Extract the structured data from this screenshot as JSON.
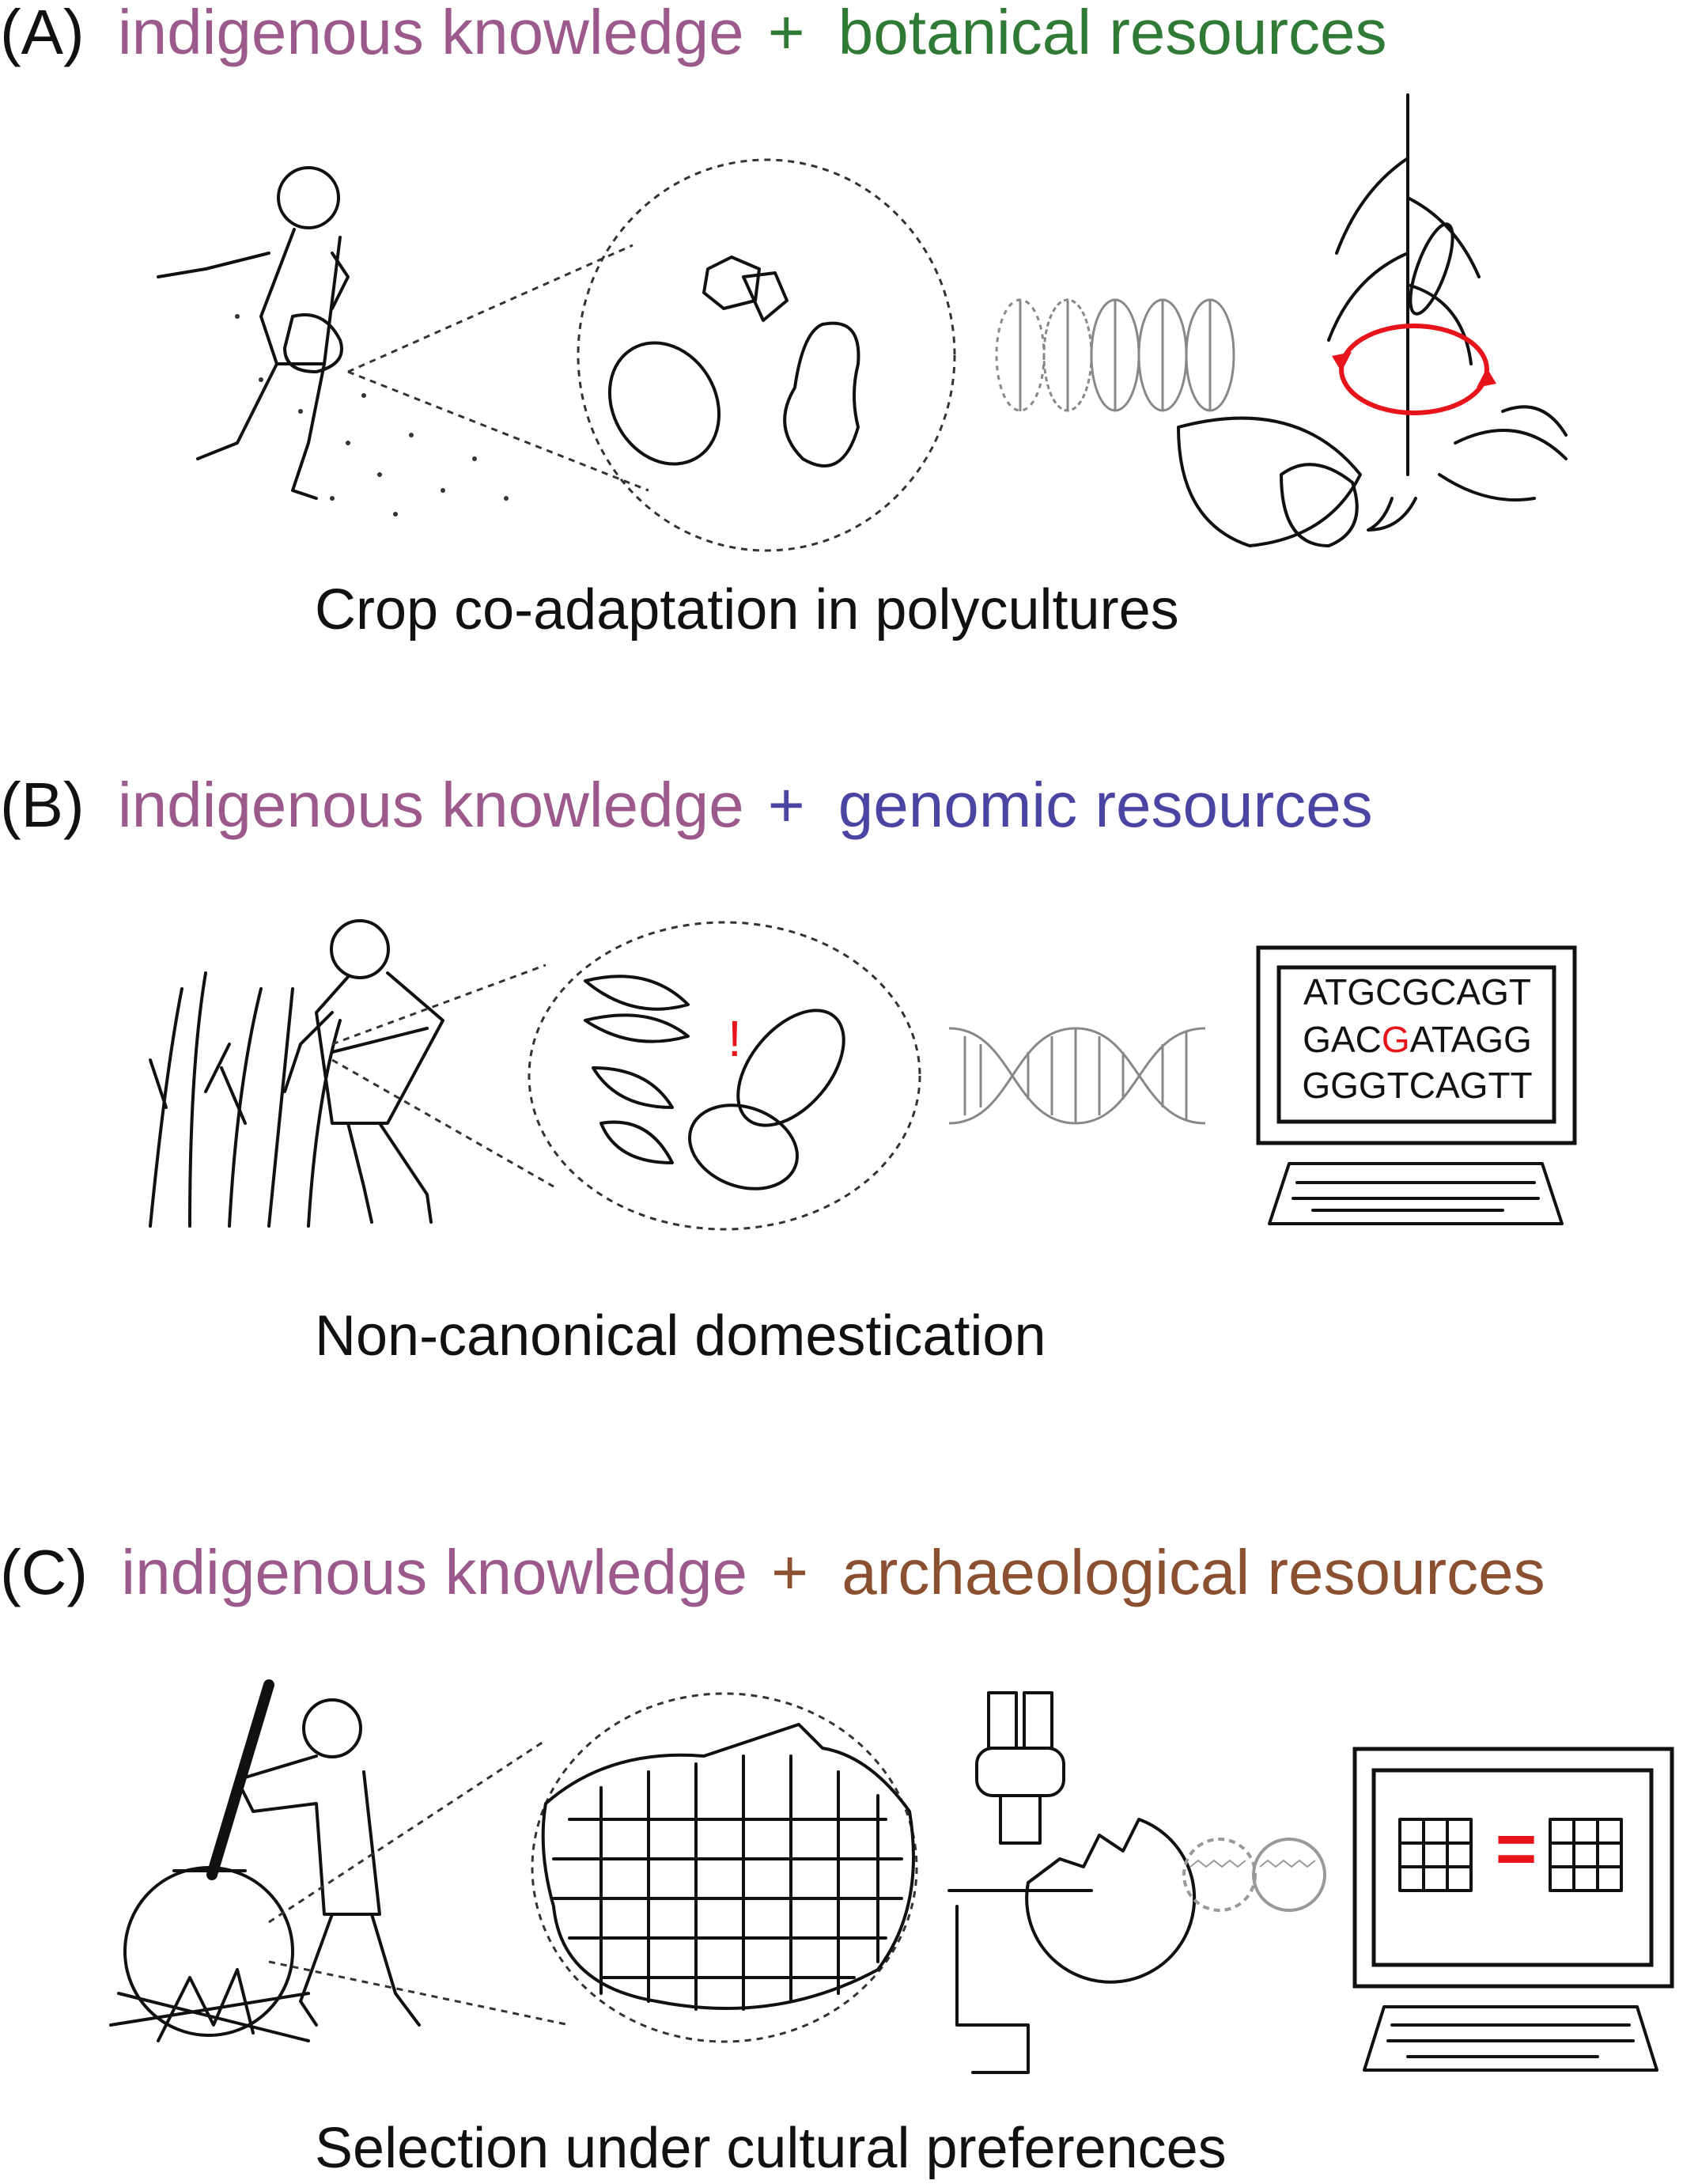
{
  "colors": {
    "indigenous": "#9c5a8c",
    "botanical": "#2f7a35",
    "genomic": "#4a44a2",
    "archaeological": "#8a5030",
    "highlight": "#e8141b"
  },
  "panels": [
    {
      "label": "(A)",
      "knowledge": "indigenous knowledge",
      "plus": "+",
      "resource": "botanical resources",
      "caption": "Crop co-adaptation in polycultures"
    },
    {
      "label": "(B)",
      "knowledge": "indigenous knowledge",
      "plus": "+",
      "resource": "genomic resources",
      "caption": "Non-canonical domestication",
      "exclamation": "!",
      "sequence": {
        "line1": "ATGCGCAGT",
        "line2_pre": "GAC",
        "line2_mut": "G",
        "line2_post": "ATAGG",
        "line3": "GGGTCAGTT"
      }
    },
    {
      "label": "(C)",
      "knowledge": "indigenous knowledge",
      "plus": "+",
      "resource": "archaeological resources",
      "caption": "Selection under cultural preferences",
      "equals": "="
    }
  ]
}
